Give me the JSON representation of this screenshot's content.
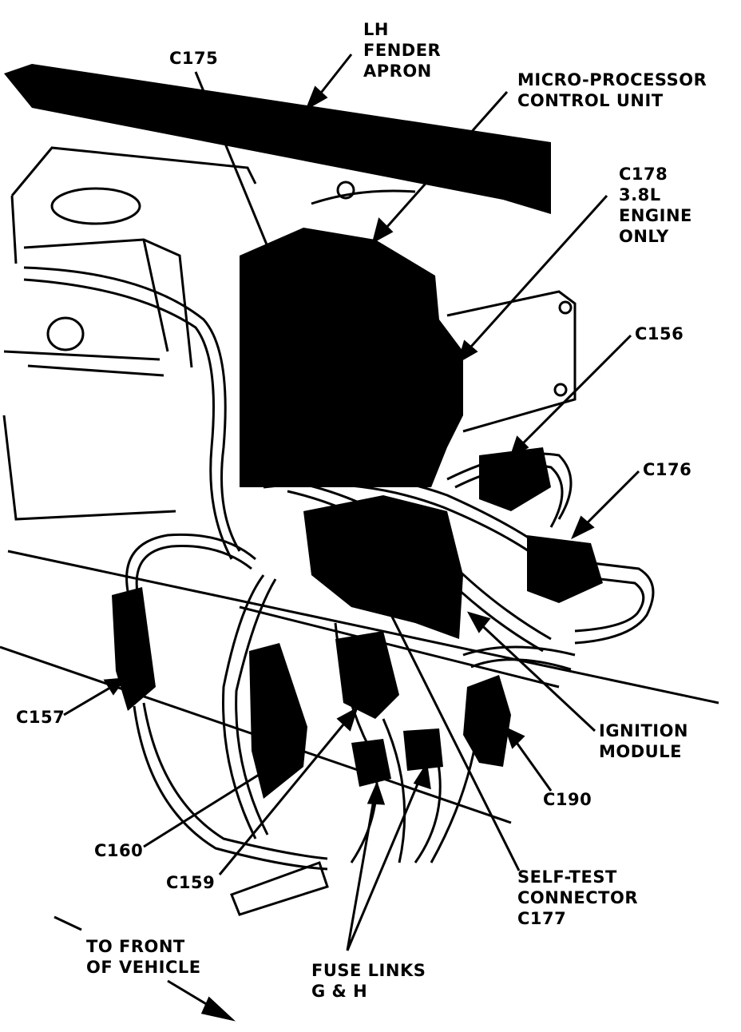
{
  "labels": {
    "lh_fender_apron": [
      "LH",
      "FENDER",
      "APRON"
    ],
    "c175": "C175",
    "microprocessor": [
      "MICRO-PROCESSOR",
      "CONTROL UNIT"
    ],
    "c178": [
      "C178",
      "3.8L",
      "ENGINE",
      "ONLY"
    ],
    "c156": "C156",
    "c176": "C176",
    "c157": "C157",
    "ignition_module": [
      "IGNITION",
      "MODULE"
    ],
    "c190": "C190",
    "c160": "C160",
    "c159": "C159",
    "self_test": [
      "SELF-TEST",
      "CONNECTOR",
      "C177"
    ],
    "to_front": [
      "TO FRONT",
      "OF VEHICLE"
    ],
    "fuse_links": [
      "FUSE LINKS",
      "G & H"
    ]
  },
  "colors": {
    "ink": "#000000",
    "paper": "#ffffff"
  }
}
